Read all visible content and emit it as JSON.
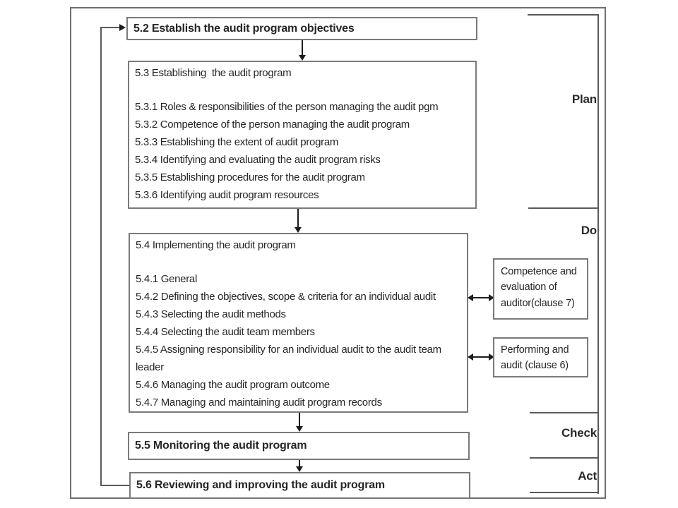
{
  "colors": {
    "box_border": "#7a7a7a",
    "outer_border": "#6f6f6f",
    "line": "#5a5a5a",
    "arrow": "#1c1c1c",
    "text": "#262626",
    "background": "#ffffff"
  },
  "flow": {
    "box52": {
      "label": "5.2 Establish the audit program objectives"
    },
    "box53": {
      "title": "5.3 Establishing  the audit program",
      "items": [
        "5.3.1 Roles & responsibilities of the person managing the audit pgm",
        "5.3.2 Competence of the person managing the audit program",
        "5.3.3 Establishing the extent of audit program",
        "5.3.4 Identifying and evaluating the audit program risks",
        "5.3.5 Establishing procedures for the audit program",
        "5.3.6 Identifying audit program resources"
      ]
    },
    "box54": {
      "title": "5.4 Implementing the audit program",
      "items": [
        "5.4.1 General",
        "5.4.2 Defining the objectives, scope & criteria for an individual audit",
        "5.4.3 Selecting the audit methods",
        "5.4.4 Selecting the audit team members",
        "5.4.5 Assigning responsibility for an individual audit to the audit team leader",
        "5.4.6 Managing the audit program outcome",
        "5.4.7 Managing and maintaining audit program records"
      ]
    },
    "box55": {
      "label": "5.5 Monitoring the audit program"
    },
    "box56": {
      "label": "5.6 Reviewing and improving the audit program"
    }
  },
  "side_boxes": {
    "competence": {
      "label": "Competence and evaluation of auditor(clause 7)"
    },
    "performing": {
      "label": "Performing and audit (clause 6)"
    }
  },
  "pdca": {
    "plan": "Plan",
    "do": "Do",
    "check": "Check",
    "act": "Act"
  }
}
